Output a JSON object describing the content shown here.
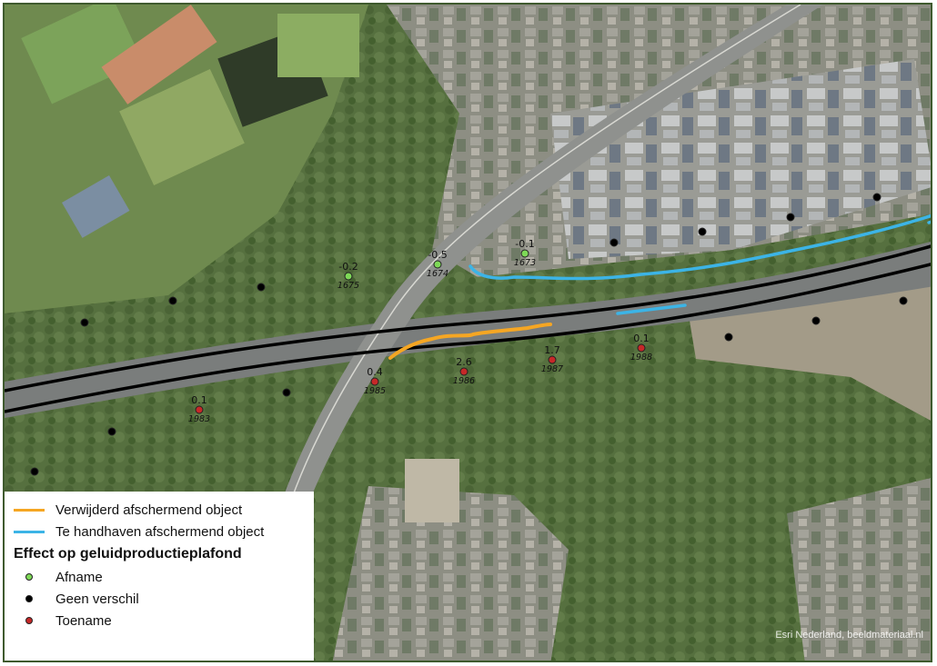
{
  "map": {
    "colors": {
      "removed_barrier": "#f5a623",
      "kept_barrier": "#3cb4e6",
      "decrease": "#7ed957",
      "no_difference": "#000000",
      "increase": "#c62828",
      "highway": "#000000"
    },
    "points": [
      {
        "category": "decrease",
        "value": "-0.2",
        "id": "1675"
      },
      {
        "category": "decrease",
        "value": "-0.5",
        "id": "1674"
      },
      {
        "category": "decrease",
        "value": "-0.1",
        "id": "1673"
      },
      {
        "category": "increase",
        "value": "0.1",
        "id": "1988"
      },
      {
        "category": "increase",
        "value": "1.7",
        "id": "1987"
      },
      {
        "category": "increase",
        "value": "2.6",
        "id": "1986"
      },
      {
        "category": "increase",
        "value": "0.4",
        "id": "1985"
      },
      {
        "category": "increase",
        "value": "0.1",
        "id": "1983"
      },
      {
        "category": "no_difference",
        "value": "",
        "id": ""
      },
      {
        "category": "no_difference",
        "value": "",
        "id": ""
      },
      {
        "category": "no_difference",
        "value": "",
        "id": ""
      },
      {
        "category": "no_difference",
        "value": "",
        "id": ""
      },
      {
        "category": "no_difference",
        "value": "",
        "id": ""
      },
      {
        "category": "no_difference",
        "value": "",
        "id": ""
      },
      {
        "category": "no_difference",
        "value": "",
        "id": ""
      },
      {
        "category": "no_difference",
        "value": "",
        "id": ""
      },
      {
        "category": "no_difference",
        "value": "",
        "id": ""
      },
      {
        "category": "no_difference",
        "value": "",
        "id": ""
      },
      {
        "category": "no_difference",
        "value": "",
        "id": ""
      },
      {
        "category": "no_difference",
        "value": "",
        "id": ""
      }
    ]
  },
  "legend": {
    "removed_label": "Verwijderd afschermend object",
    "kept_label": "Te handhaven afschermend object",
    "title": "Effect op geluidproductieplafond",
    "decrease_label": "Afname",
    "no_difference_label": "Geen verschil",
    "increase_label": "Toename"
  },
  "credits": "Esri Nederland, beeldmateriaal.nl"
}
